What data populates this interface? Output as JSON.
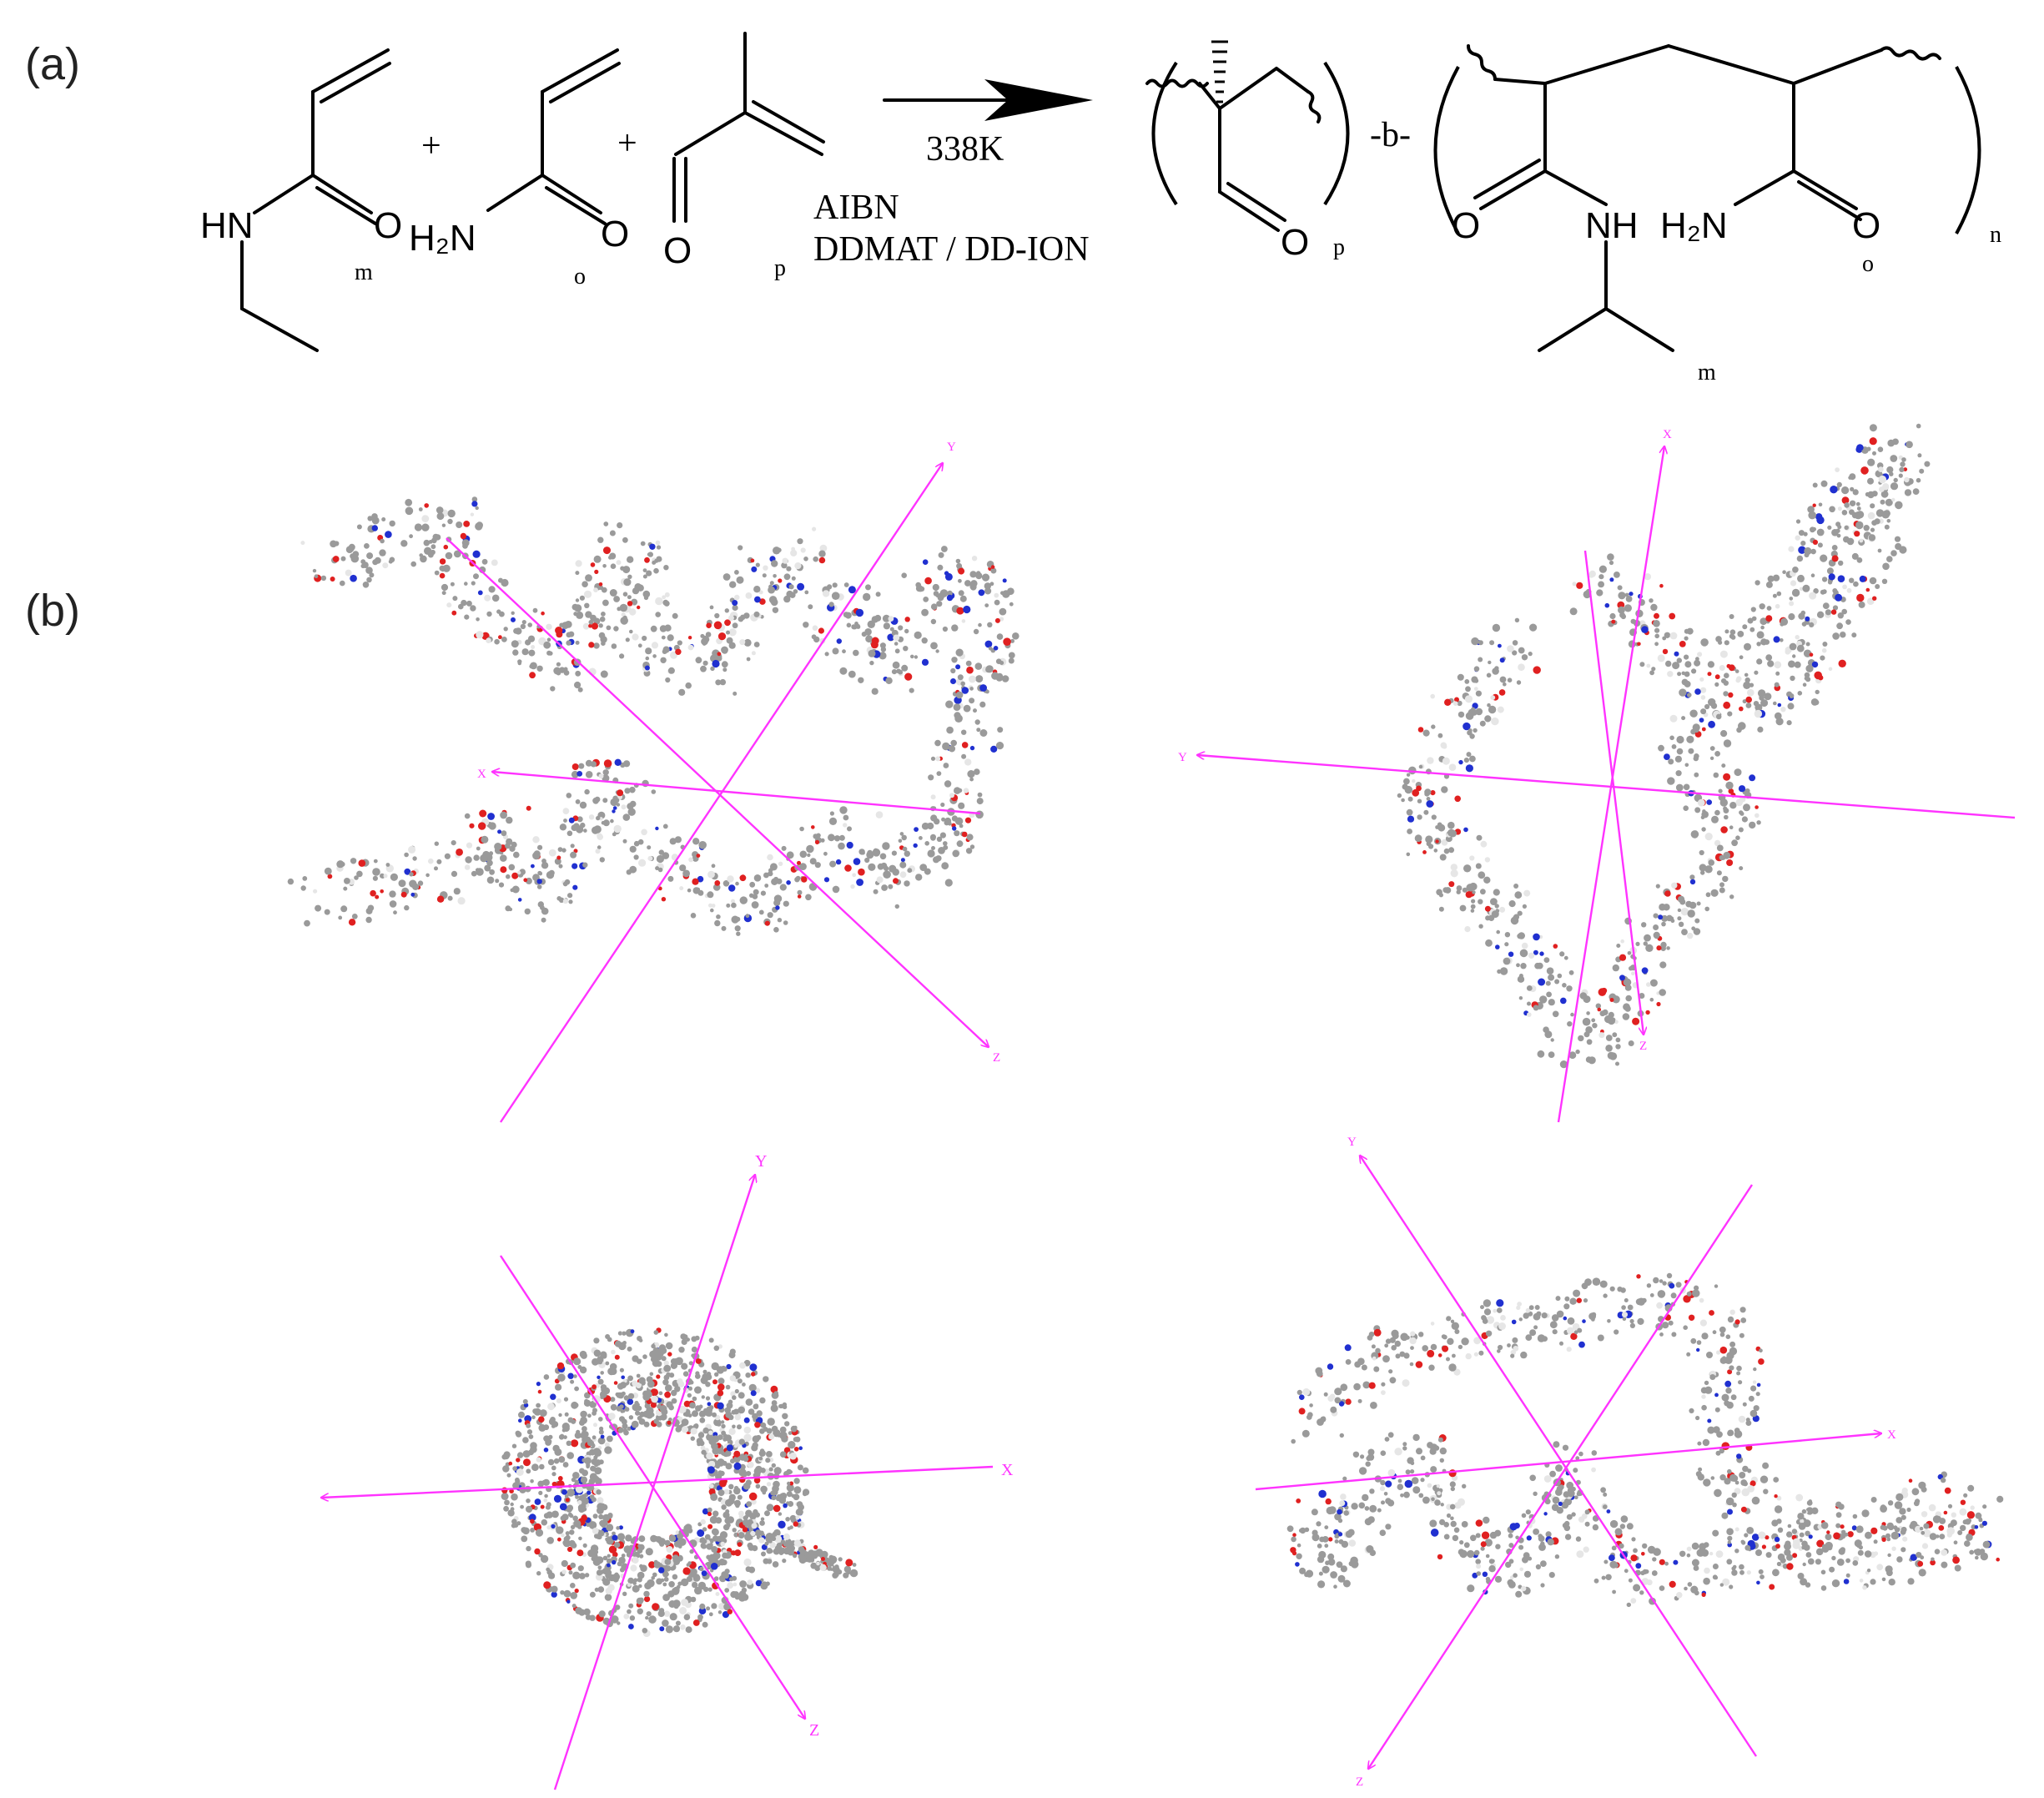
{
  "panel_a": {
    "label": "(a)",
    "monomer1": {
      "amine": "HN",
      "carbonyl": "O",
      "index": "m"
    },
    "plus1": "+",
    "monomer2": {
      "amine": "H₂N",
      "carbonyl": "O",
      "index": "o"
    },
    "plus2": "+",
    "monomer3": {
      "carbonyl": "O",
      "index": "p"
    },
    "conditions": {
      "temperature": "338K",
      "initiator": "AIBN",
      "agents": "DDMAT / DD-ION"
    },
    "product": {
      "block1_carbonyl": "O",
      "block1_index": "p",
      "linker": "-b-",
      "block2_carbonyl_left": "O",
      "block2_amine_left": "NH",
      "block2_amine_right": "H₂N",
      "block2_carbonyl_right": "O",
      "block2_sub_o": "o",
      "block2_sub_m": "m",
      "block2_index": "n"
    }
  },
  "panel_b": {
    "label": "(b)",
    "views": [
      {
        "axis_labels": [
          "Y",
          "X",
          "Z"
        ]
      },
      {
        "axis_labels": [
          "X",
          "Y",
          "Z"
        ]
      },
      {
        "axis_labels": [
          "Y",
          "X",
          "Z"
        ]
      },
      {
        "axis_labels": [
          "Y",
          "X",
          "Z"
        ]
      }
    ],
    "atom_colors": {
      "carbon": "#9a9a9a",
      "oxygen": "#e02020",
      "nitrogen": "#2030d0",
      "hydrogen": "#e6e6e6"
    },
    "axis_color": "#ff33ff"
  }
}
